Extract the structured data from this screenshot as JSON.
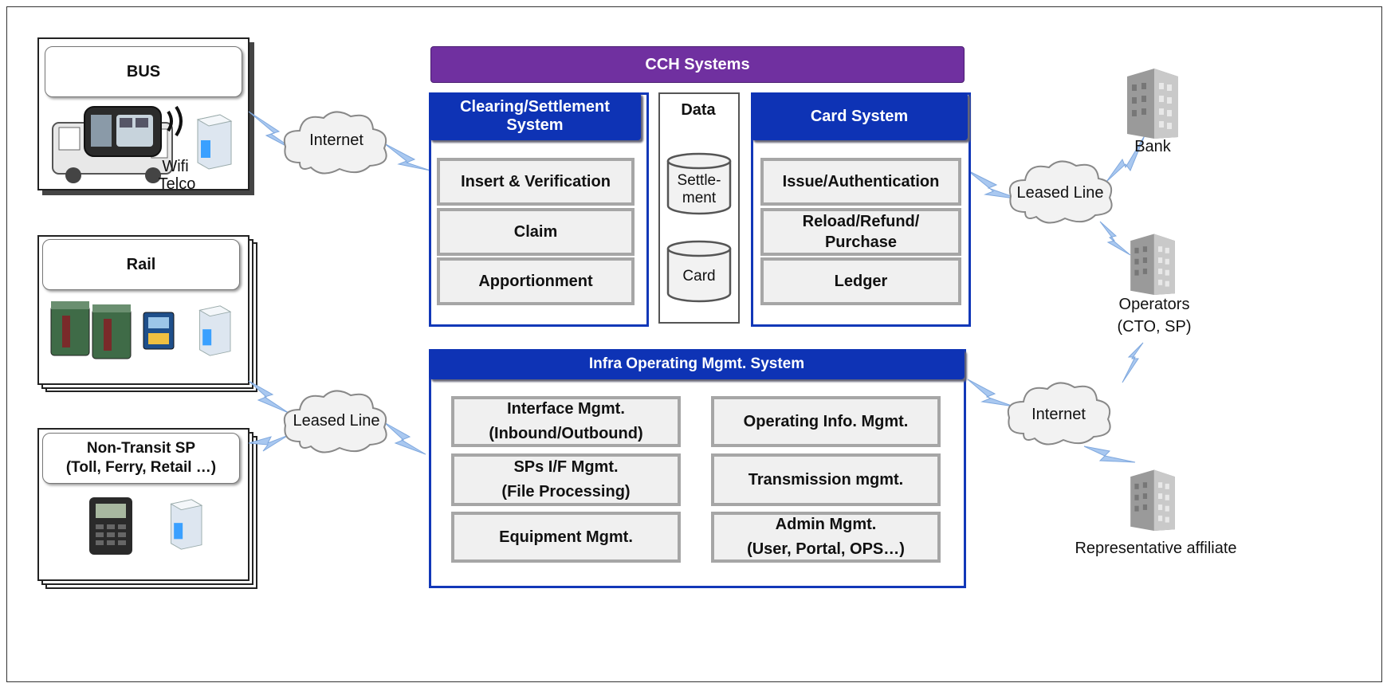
{
  "left": {
    "bus": {
      "title": "BUS",
      "wifi": "Wifi",
      "telco": "Telco"
    },
    "rail": {
      "title": "Rail"
    },
    "nontransit": {
      "title_line1": "Non-Transit  SP",
      "title_line2": "(Toll, Ferry, Retail …)"
    }
  },
  "clouds": {
    "internet_left": "Internet",
    "leased_left": "Leased Line",
    "leased_right": "Leased Line",
    "internet_right": "Internet"
  },
  "cch": {
    "title": "CCH Systems",
    "clearing": {
      "title_line1": "Clearing/Settlement",
      "title_line2": "System",
      "modules": [
        "Insert & Verification",
        "Claim",
        "Apportionment"
      ]
    },
    "data": {
      "title": "Data",
      "settlement_line1": "Settle-",
      "settlement_line2": "ment",
      "card": "Card"
    },
    "card_system": {
      "title": "Card  System",
      "modules": [
        "Issue/Authentication",
        "Reload/Refund/",
        "Purchase",
        "Ledger"
      ]
    }
  },
  "infra": {
    "title": "Infra Operating Mgmt. System",
    "left_modules": [
      {
        "line1": "Interface Mgmt.",
        "line2": "(Inbound/Outbound)"
      },
      {
        "line1": "SPs I/F Mgmt.",
        "line2": "(File Processing)"
      },
      {
        "line1": "Equipment  Mgmt."
      }
    ],
    "right_modules": [
      {
        "line1": "Operating Info.  Mgmt."
      },
      {
        "line1": "Transmission mgmt."
      },
      {
        "line1": "Admin  Mgmt.",
        "line2": "(User, Portal, OPS…)"
      }
    ]
  },
  "right": {
    "bank": "Bank",
    "operators_line1": "Operators",
    "operators_line2": "(CTO, SP)",
    "affiliate": "Representative affiliate"
  },
  "colors": {
    "purple": "#7030a0",
    "blue": "#0e33b5",
    "module_gray": "#f0f0f0"
  }
}
